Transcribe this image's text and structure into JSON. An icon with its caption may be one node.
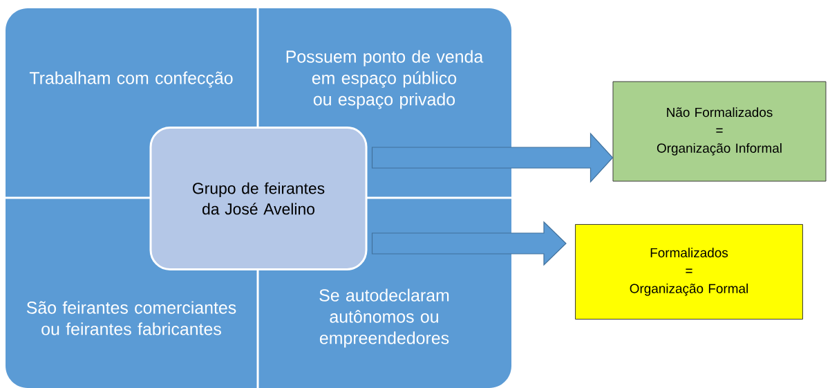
{
  "diagram": {
    "nodes": [
      {
        "text": [
          "Trabalham com confecção"
        ]
      },
      {
        "text": [
          "Possuem ponto de venda em espaço público ou espaço privado"
        ]
      },
      {
        "text": [
          "Grupo de feirantes da José Avelino"
        ]
      },
      {
        "text": [
          "São feirantes comerciantes ou feirantes fabricantes"
        ]
      },
      {
        "text": [
          "Se autodeclaram autônomos ou empreendedores"
        ]
      },
      {
        "text": [
          "Não Formalizados",
          "=",
          "Organização Informal"
        ]
      },
      {
        "text": [
          "Formalizados",
          "=",
          "Organização Formal"
        ]
      }
    ],
    "edges": [
      {
        "from": 2,
        "to": 5,
        "arrow": "to"
      },
      {
        "from": 2,
        "to": 6,
        "arrow": "to"
      }
    ]
  }
}
